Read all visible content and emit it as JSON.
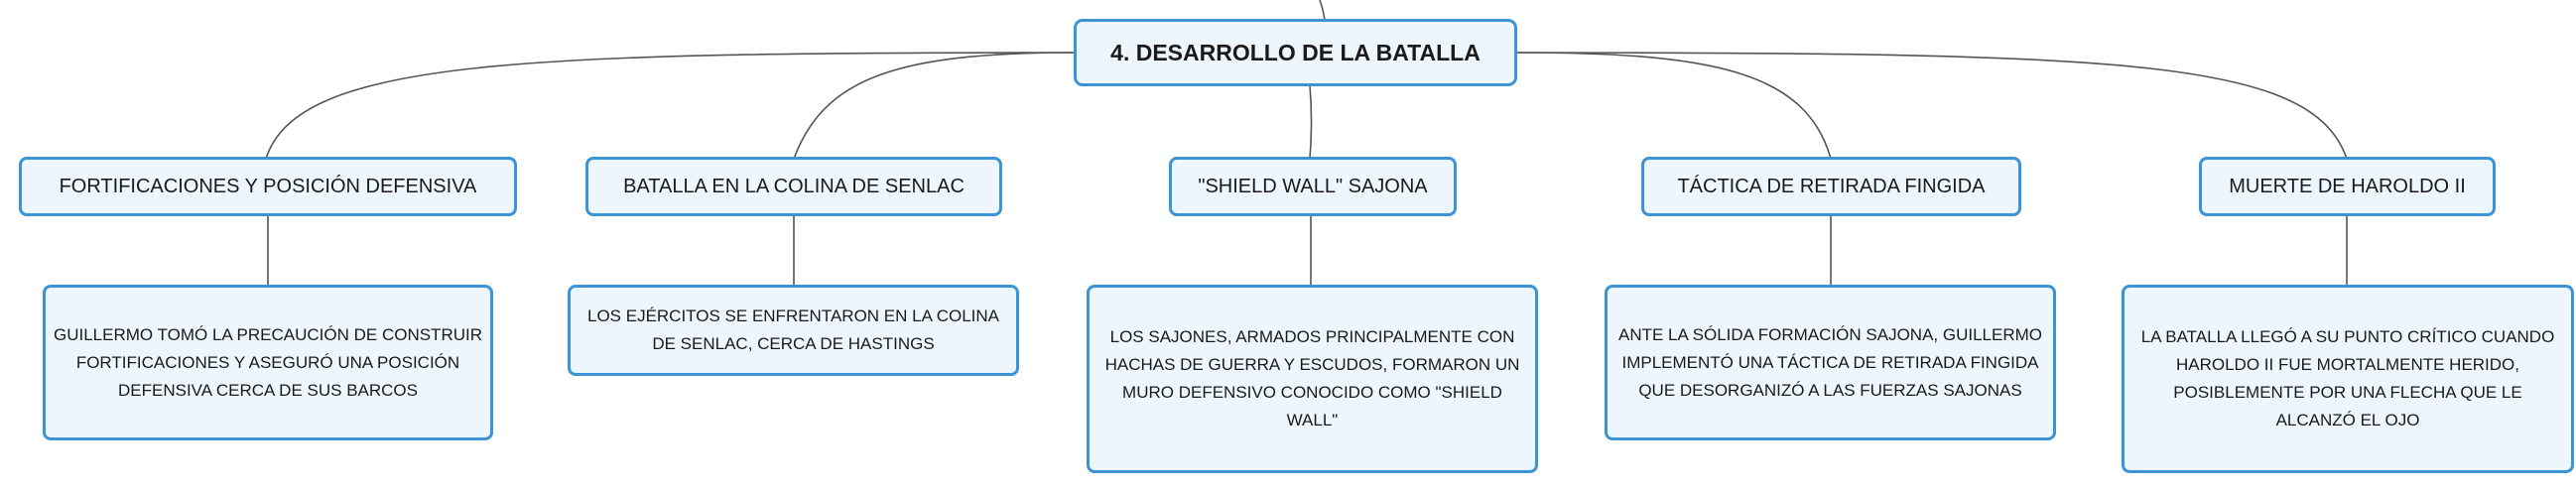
{
  "colors": {
    "border": "#3d94d4",
    "fill": "#eef6fd",
    "line": "#555555"
  },
  "root": {
    "label": "4. DESARROLLO DE LA BATALLA"
  },
  "branches": [
    {
      "topic": "FORTIFICACIONES Y POSICIÓN DEFENSIVA",
      "detail": "GUILLERMO TOMÓ LA PRECAUCIÓN DE CONSTRUIR FORTIFICACIONES Y ASEGURÓ UNA POSICIÓN DEFENSIVA CERCA DE SUS BARCOS"
    },
    {
      "topic": "BATALLA EN LA COLINA DE SENLAC",
      "detail": "LOS EJÉRCITOS SE ENFRENTARON EN LA COLINA DE SENLAC, CERCA DE HASTINGS"
    },
    {
      "topic": "\"SHIELD WALL\" SAJONA",
      "detail": "LOS SAJONES, ARMADOS PRINCIPALMENTE CON HACHAS DE GUERRA Y ESCUDOS, FORMARON UN MURO DEFENSIVO CONOCIDO COMO \"SHIELD WALL\""
    },
    {
      "topic": "TÁCTICA DE RETIRADA FINGIDA",
      "detail": "ANTE LA SÓLIDA FORMACIÓN SAJONA, GUILLERMO IMPLEMENTÓ UNA TÁCTICA DE RETIRADA FINGIDA QUE DESORGANIZÓ A LAS FUERZAS SAJONAS"
    },
    {
      "topic": "MUERTE DE HAROLDO II",
      "detail": "LA BATALLA LLEGÓ A SU PUNTO CRÍTICO CUANDO HAROLDO II FUE MORTALMENTE HERIDO, POSIBLEMENTE POR UNA FLECHA QUE LE ALCANZÓ EL OJO"
    }
  ]
}
